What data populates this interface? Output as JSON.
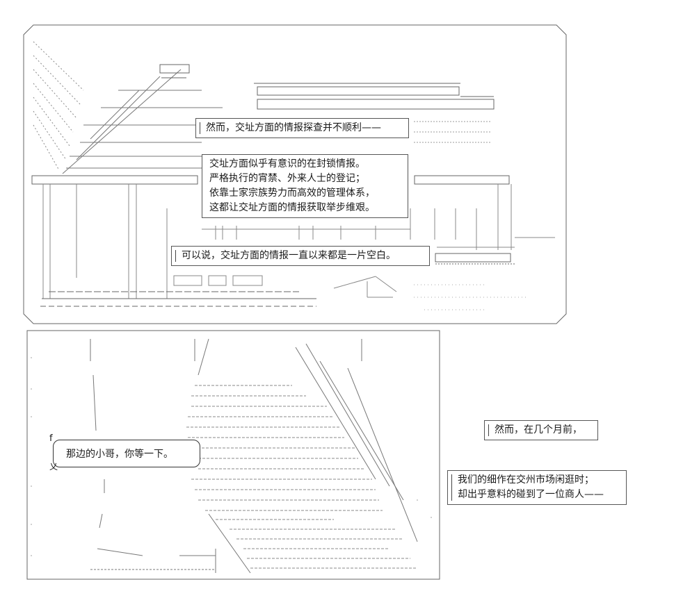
{
  "panel1": {
    "caption_a": "然而，交址方面的情报探查并不顺利——",
    "caption_b": [
      "交址方面似乎有意识的在封锁情报。",
      "严格执行的宵禁、外来人士的登记；",
      "依靠士家宗族势力而高效的管理体系，",
      "这都让交址方面的情报获取举步维艰。"
    ],
    "caption_c": "可以说，交址方面的情报一直以来都是一片空白。"
  },
  "panel2": {
    "speech": "那边的小哥，你等一下。"
  },
  "side": {
    "caption_d": "然而，在几个月前，",
    "caption_e": [
      "我们的细作在交州市场闲逛时；",
      "却出乎意料的碰到了一位商人——"
    ]
  }
}
